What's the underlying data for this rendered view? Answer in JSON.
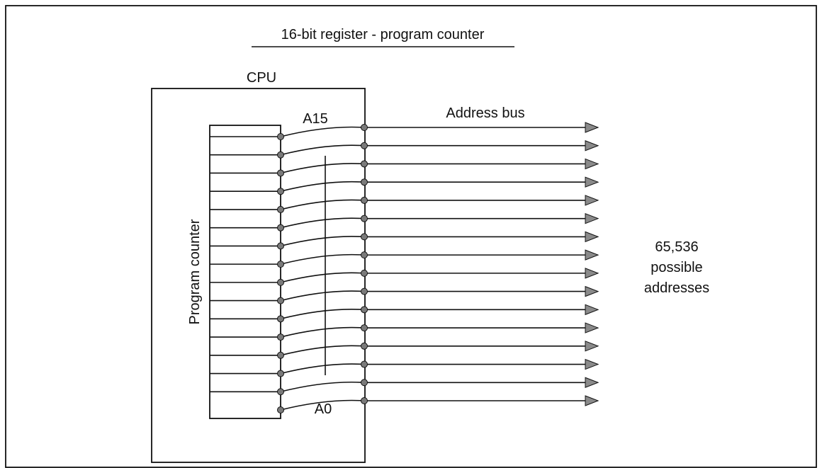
{
  "title": "16-bit register - program counter",
  "cpu_label": "CPU",
  "register_label": "Program counter",
  "bus_label": "Address bus",
  "top_line_label": "A15",
  "bottom_line_label": "A0",
  "result_label": {
    "line1": "65,536",
    "line2": "possible",
    "line3": "addresses"
  },
  "bit_count": 16,
  "colors": {
    "ink": "#111111",
    "dot_fill": "#7a7a7a",
    "arrow_fill": "#8a8a8a"
  }
}
